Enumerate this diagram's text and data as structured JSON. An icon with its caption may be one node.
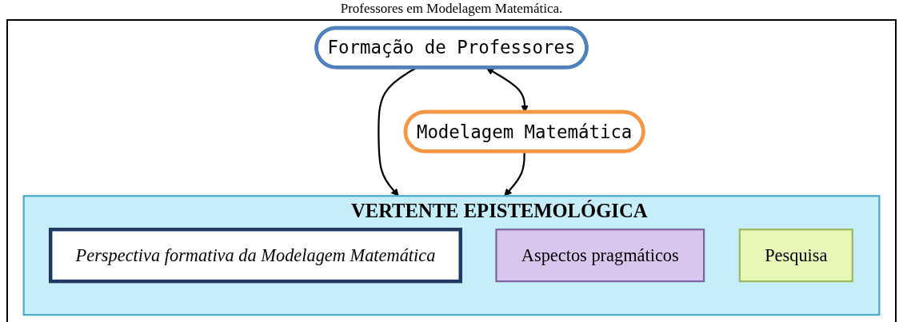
{
  "diagram": {
    "title": "Professores em Modelagem Matemática.",
    "nodes": [
      {
        "text": [
          "Formação de Professores"
        ]
      },
      {
        "text": [
          "Modelagem Matemática"
        ]
      },
      {
        "text": [
          "VERTENTE EPISTEMOLÓGICA"
        ]
      },
      {
        "text": [
          "Perspectiva formativa da Modelagem Matemática"
        ],
        "in": 2
      },
      {
        "text": [
          "Aspectos pragmáticos"
        ],
        "in": 2
      },
      {
        "text": [
          "Pesquisa"
        ],
        "in": 2
      }
    ],
    "edges": [
      {
        "from": 0,
        "to": 1,
        "arrow": "both"
      },
      {
        "from": 0,
        "to": 2,
        "arrow": "to"
      },
      {
        "from": 1,
        "to": 2,
        "arrow": "to"
      }
    ]
  }
}
